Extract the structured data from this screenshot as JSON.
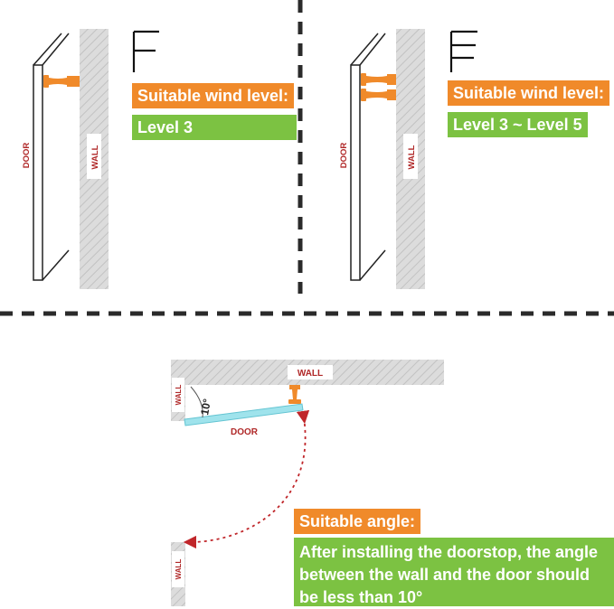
{
  "panel_left": {
    "door_label": "DOOR",
    "wall_label": "WALL",
    "wind_title": "Suitable wind level:",
    "wind_value": "Level 3"
  },
  "panel_right": {
    "door_label": "DOOR",
    "wall_label": "WALL",
    "wind_title": "Suitable wind level:",
    "wind_value": "Level 3 ~ Level 5"
  },
  "bottom": {
    "wall_top_label": "WALL",
    "wall_left_label": "WALL",
    "wall_bottom_label": "WALL",
    "door_label": "DOOR",
    "angle_label": "10°",
    "angle_title": "Suitable angle:",
    "angle_text": "After installing the doorstop, the angle between the wall and the door should be less than 10°"
  },
  "colors": {
    "orange": "#f08a2a",
    "green": "#7cc242",
    "door_blue": "#9fe3ec",
    "label_red": "#b02828",
    "divider": "#2a2a2a"
  }
}
